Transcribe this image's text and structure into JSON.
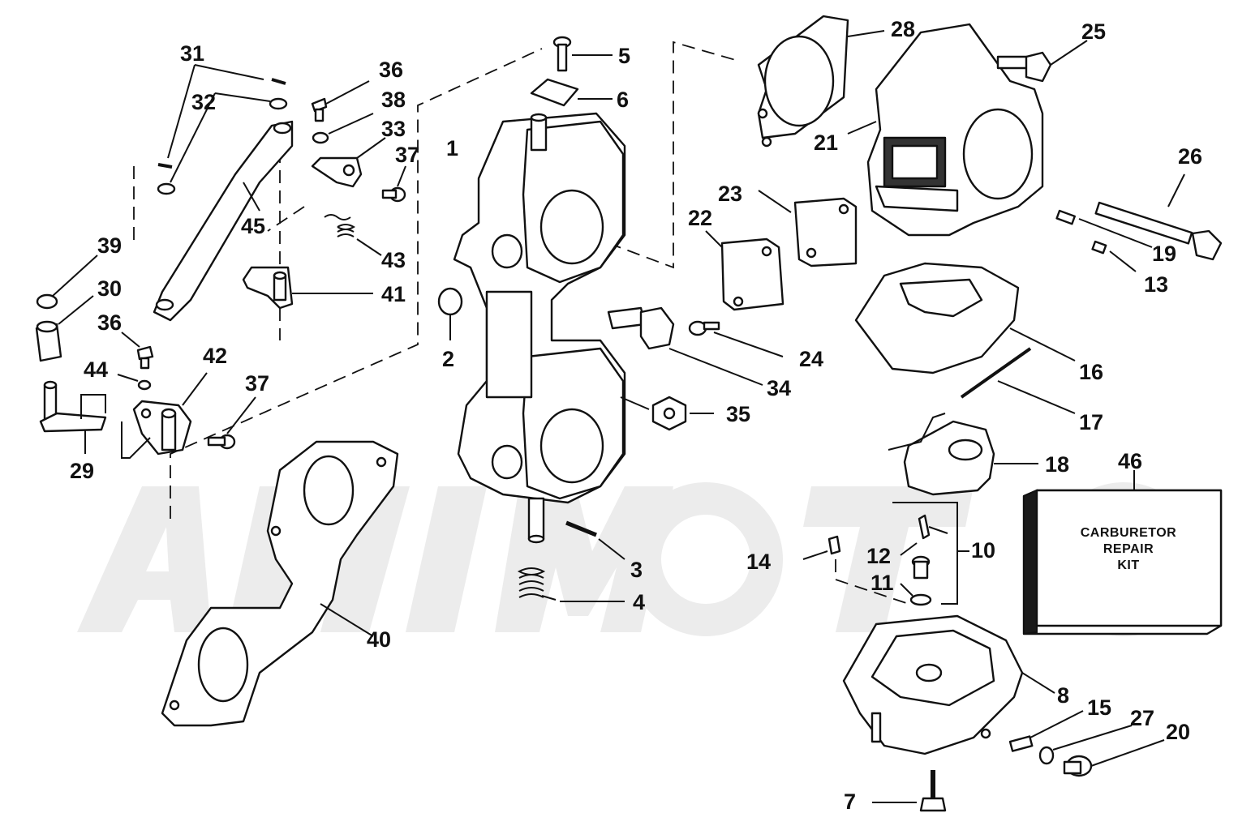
{
  "callouts": {
    "c1": "1",
    "c2": "2",
    "c3": "3",
    "c4": "4",
    "c5": "5",
    "c6": "6",
    "c7": "7",
    "c8": "8",
    "c10": "10",
    "c11": "11",
    "c12": "12",
    "c13": "13",
    "c14": "14",
    "c15": "15",
    "c16": "16",
    "c17": "17",
    "c18": "18",
    "c19": "19",
    "c20": "20",
    "c21": "21",
    "c22": "22",
    "c23": "23",
    "c24": "24",
    "c25": "25",
    "c26": "26",
    "c27": "27",
    "c28": "28",
    "c29": "29",
    "c30": "30",
    "c31": "31",
    "c32": "32",
    "c33": "33",
    "c34": "34",
    "c35": "35",
    "c36a": "36",
    "c36b": "36",
    "c37a": "37",
    "c37b": "37",
    "c38": "38",
    "c39": "39",
    "c40": "40",
    "c41": "41",
    "c42": "42",
    "c43": "43",
    "c44": "44",
    "c45": "45",
    "c46": "46"
  },
  "kit": {
    "line1": "CARBURETOR",
    "line2": "REPAIR",
    "line3": "KIT"
  }
}
